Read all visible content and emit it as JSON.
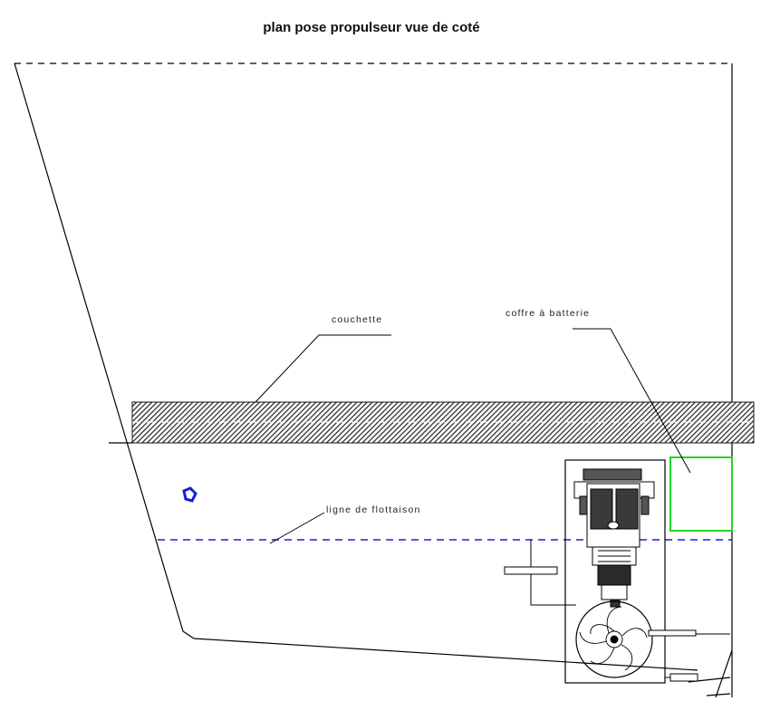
{
  "title": "plan pose propulseur vue de coté",
  "labels": {
    "bunk": "couchette",
    "battery_box": "coffre à batterie",
    "waterline": "ligne de flottaison"
  },
  "colors": {
    "line": "#000000",
    "waterline": "#1f1fd6",
    "battery_box": "#22d622",
    "marker": "#1a1ae0",
    "hatch": "#222222"
  }
}
